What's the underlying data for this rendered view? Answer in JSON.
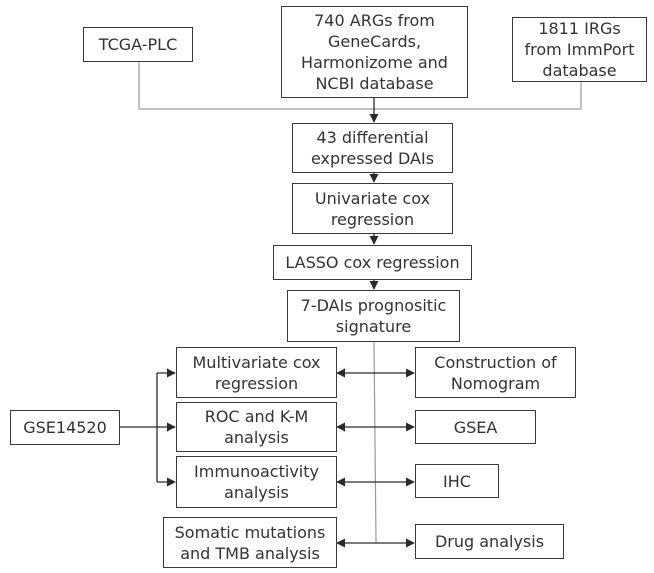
{
  "diagram": {
    "type": "flowchart",
    "colors": {
      "border": "#3a3a3a",
      "text": "#333333",
      "connector": "#3a3a3a",
      "light_connector": "#9a9a9a",
      "background": "#ffffff"
    },
    "nodes": {
      "tcga": "TCGA-PLC",
      "args": "740 ARGs from\nGeneCards,\nHarmonizome and\nNCBI database",
      "irgs": "1811 IRGs\nfrom ImmPort\ndatabase",
      "differential": "43 differential\nexpressed DAIs",
      "univariate": "Univariate cox\nregression",
      "lasso": "LASSO cox regression",
      "signature": "7-DAIs prognositic\nsignature",
      "multivariate": "Multivariate cox\nregression",
      "roc": "ROC and K-M\nanalysis",
      "immunoactivity": "Immunoactivity\nanalysis",
      "somatic": "Somatic mutations\nand TMB analysis",
      "nomogram": "Construction of\nNomogram",
      "gsea": "GSEA",
      "ihc": "IHC",
      "drug": "Drug analysis",
      "gse": "GSE14520"
    },
    "edges": [
      {
        "from": "tcga",
        "to": "differential"
      },
      {
        "from": "args",
        "to": "differential"
      },
      {
        "from": "irgs",
        "to": "differential"
      },
      {
        "from": "differential",
        "to": "univariate"
      },
      {
        "from": "univariate",
        "to": "lasso"
      },
      {
        "from": "lasso",
        "to": "signature"
      },
      {
        "from": "signature",
        "to": "multivariate",
        "bidirectional_with": "nomogram"
      },
      {
        "from": "signature",
        "to": "roc",
        "bidirectional_with": "gsea"
      },
      {
        "from": "signature",
        "to": "immunoactivity",
        "bidirectional_with": "ihc"
      },
      {
        "from": "signature",
        "to": "somatic",
        "bidirectional_with": "drug"
      },
      {
        "from": "gse",
        "to": "multivariate"
      },
      {
        "from": "gse",
        "to": "roc"
      },
      {
        "from": "gse",
        "to": "immunoactivity"
      }
    ]
  }
}
